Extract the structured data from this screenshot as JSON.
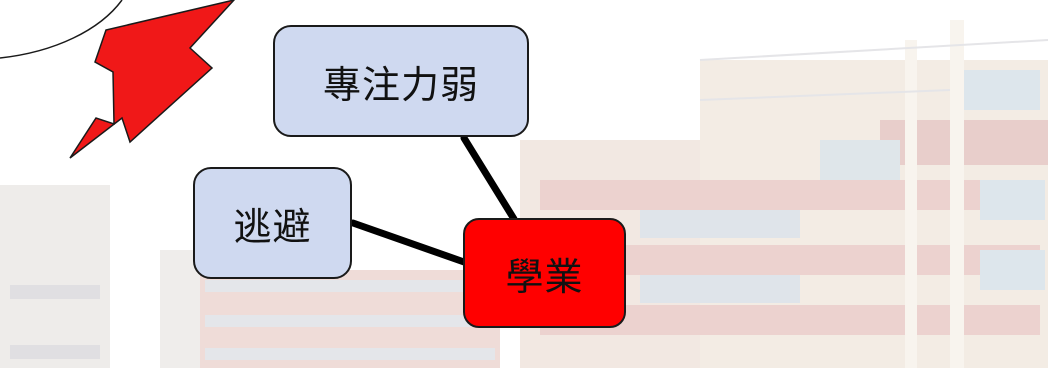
{
  "diagram": {
    "nodes": {
      "focus": {
        "label": "專注力弱",
        "fill": "#cfd9f0"
      },
      "avoid": {
        "label": "逃避",
        "fill": "#cfd9f0"
      },
      "study": {
        "label": "學業",
        "fill": "#ff0000"
      }
    },
    "edges": [
      {
        "from": "focus",
        "to": "study"
      },
      {
        "from": "avoid",
        "to": "study"
      }
    ],
    "colors": {
      "arrow": "#f01818",
      "line": "#000000"
    }
  }
}
